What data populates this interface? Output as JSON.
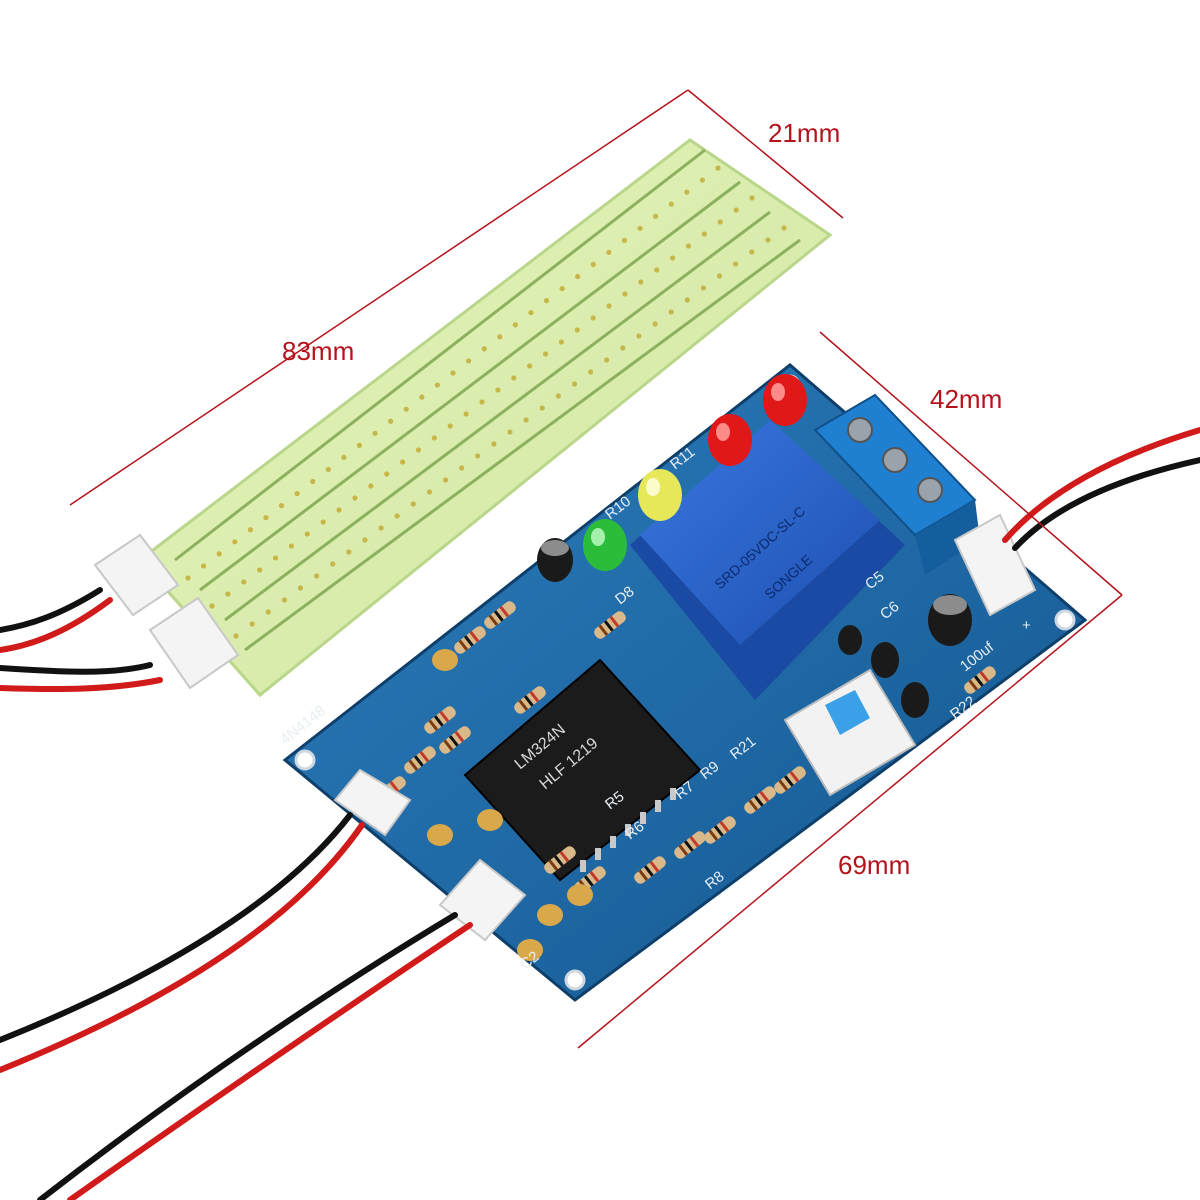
{
  "dimensions": {
    "sensor_width": "21mm",
    "sensor_length": "83mm",
    "board_width": "42mm",
    "board_length": "69mm"
  },
  "board_markings": {
    "ic": "LM324N",
    "ic_sub": "HLF  1219",
    "relay_brand": "SONGLE",
    "relay_model": "SRD-05VDC-SL-C",
    "cap": "100uf",
    "r22": "R22",
    "r21": "R21",
    "r9": "R9",
    "r7": "R7",
    "r6": "R6",
    "r5": "R5",
    "r8": "R8",
    "r11": "R11",
    "r10": "R10",
    "c6": "C6",
    "c5": "C5",
    "c2": "C2",
    "d8": "D8",
    "plus": "+",
    "diode": "4N4148"
  },
  "colors": {
    "pcb_blue": "#1d6aa8",
    "sensor_green": "#dcefb0",
    "relay_blue": "#2a63c8",
    "dimension_red": "#b5121b",
    "led_red": "#e01818",
    "led_yellow": "#e6e85a",
    "led_green": "#2bbd3a"
  }
}
